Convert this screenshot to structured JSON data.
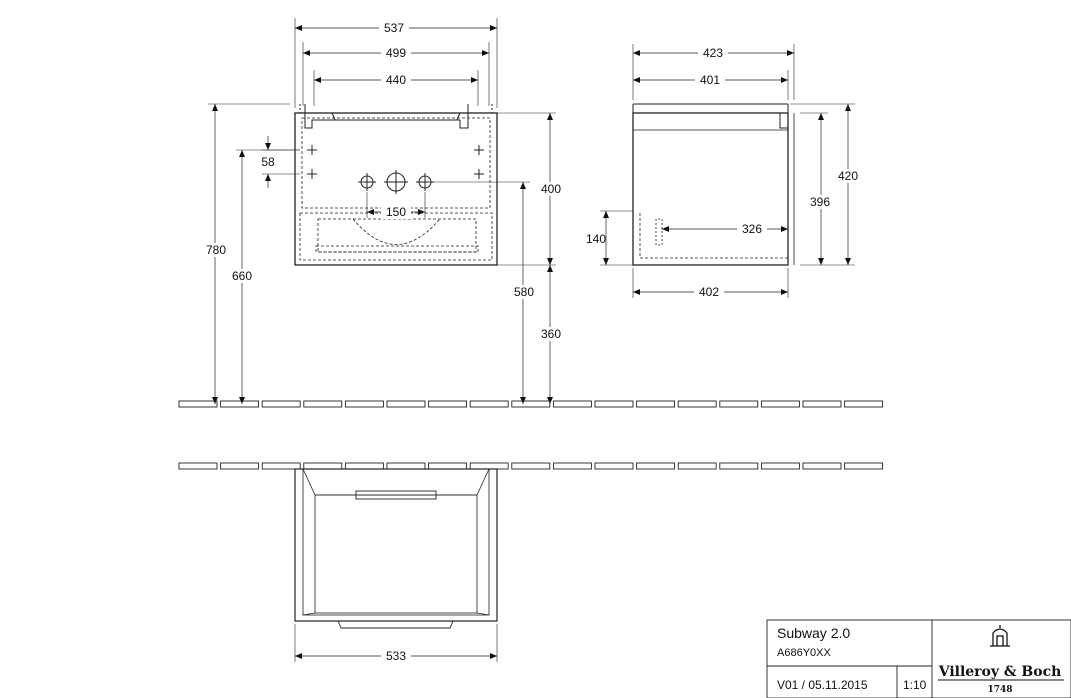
{
  "dimensions": {
    "front_width_537": "537",
    "front_width_499": "499",
    "front_width_440": "440",
    "side_depth_423": "423",
    "side_depth_401": "401",
    "hole_offset_58": "58",
    "tap_spacing_150": "150",
    "total_height_780": "780",
    "height_660": "660",
    "height_400": "400",
    "height_580": "580",
    "floor_360": "360",
    "side_height_420": "420",
    "side_height_396": "396",
    "side_140": "140",
    "side_326": "326",
    "side_402": "402",
    "plan_533": "533"
  },
  "title_block": {
    "product": "Subway 2.0",
    "code": "A686Y0XX",
    "version": "V01 / 05.11.2015",
    "scale": "1:10"
  },
  "logo": {
    "brand": "Villeroy & Boch",
    "year": "1748"
  }
}
